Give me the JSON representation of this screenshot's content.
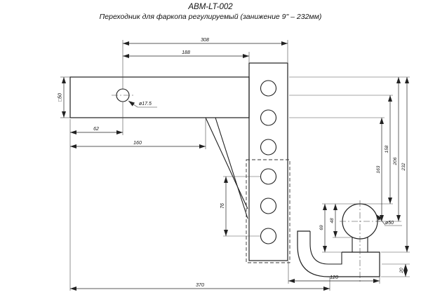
{
  "title": "ABM-LT-002",
  "subtitle": "Переходник для фаркопа регулируемый (занижение 9\" – 232мм)",
  "dims": {
    "d308": "308",
    "d188": "188",
    "sq50": "□50",
    "dia17_5": "ø17.5",
    "d62": "62",
    "d160": "160",
    "d76": "76",
    "d370": "370",
    "d120": "120",
    "d163": "163",
    "d158": "158",
    "d206": "206",
    "d232": "232",
    "d69": "69",
    "d48": "48",
    "dia50": "ø50",
    "d20": "20"
  }
}
